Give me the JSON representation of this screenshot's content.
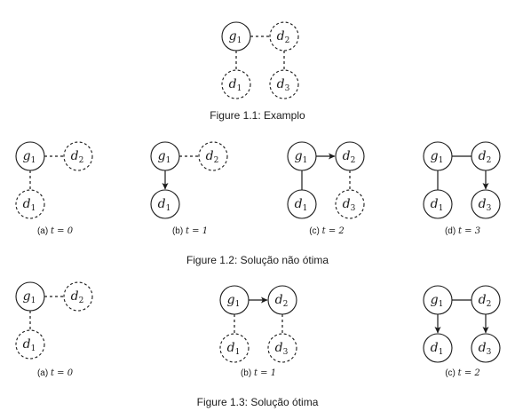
{
  "figures": [
    {
      "caption": "Figure 1.1: Examplo",
      "subfigures": [
        {
          "label": "",
          "time": "",
          "nodes": [
            {
              "id": "g1",
              "base": "g",
              "sub": "1",
              "dashed": false
            },
            {
              "id": "d2",
              "base": "d",
              "sub": "2",
              "dashed": true
            },
            {
              "id": "d1",
              "base": "d",
              "sub": "1",
              "dashed": true
            },
            {
              "id": "d3",
              "base": "d",
              "sub": "3",
              "dashed": true
            }
          ],
          "edges": [
            {
              "from": "g1",
              "to": "d2",
              "style": "dashed",
              "arrow": false
            },
            {
              "from": "g1",
              "to": "d1",
              "style": "dashed",
              "arrow": false
            },
            {
              "from": "d2",
              "to": "d3",
              "style": "dashed",
              "arrow": false
            }
          ]
        }
      ]
    },
    {
      "caption": "Figure 1.2: Solução não ótima",
      "subfigures": [
        {
          "label": "(a)",
          "time": "t = 0",
          "nodes": [
            {
              "id": "g1",
              "base": "g",
              "sub": "1",
              "dashed": false
            },
            {
              "id": "d2",
              "base": "d",
              "sub": "2",
              "dashed": true
            },
            {
              "id": "d1",
              "base": "d",
              "sub": "1",
              "dashed": true
            }
          ],
          "edges": [
            {
              "from": "g1",
              "to": "d2",
              "style": "dashed",
              "arrow": false
            },
            {
              "from": "g1",
              "to": "d1",
              "style": "dashed",
              "arrow": false
            }
          ]
        },
        {
          "label": "(b)",
          "time": "t = 1",
          "nodes": [
            {
              "id": "g1",
              "base": "g",
              "sub": "1",
              "dashed": false
            },
            {
              "id": "d2",
              "base": "d",
              "sub": "2",
              "dashed": true
            },
            {
              "id": "d1",
              "base": "d",
              "sub": "1",
              "dashed": false
            }
          ],
          "edges": [
            {
              "from": "g1",
              "to": "d2",
              "style": "dashed",
              "arrow": false
            },
            {
              "from": "g1",
              "to": "d1",
              "style": "solid",
              "arrow": true
            }
          ]
        },
        {
          "label": "(c)",
          "time": "t = 2",
          "nodes": [
            {
              "id": "g1",
              "base": "g",
              "sub": "1",
              "dashed": false
            },
            {
              "id": "d2",
              "base": "d",
              "sub": "2",
              "dashed": false
            },
            {
              "id": "d1",
              "base": "d",
              "sub": "1",
              "dashed": false
            },
            {
              "id": "d3",
              "base": "d",
              "sub": "3",
              "dashed": true
            }
          ],
          "edges": [
            {
              "from": "g1",
              "to": "d2",
              "style": "solid",
              "arrow": true
            },
            {
              "from": "g1",
              "to": "d1",
              "style": "solid",
              "arrow": false
            },
            {
              "from": "d2",
              "to": "d3",
              "style": "dashed",
              "arrow": false
            }
          ]
        },
        {
          "label": "(d)",
          "time": "t = 3",
          "nodes": [
            {
              "id": "g1",
              "base": "g",
              "sub": "1",
              "dashed": false
            },
            {
              "id": "d2",
              "base": "d",
              "sub": "2",
              "dashed": false
            },
            {
              "id": "d1",
              "base": "d",
              "sub": "1",
              "dashed": false
            },
            {
              "id": "d3",
              "base": "d",
              "sub": "3",
              "dashed": false
            }
          ],
          "edges": [
            {
              "from": "g1",
              "to": "d2",
              "style": "solid",
              "arrow": false
            },
            {
              "from": "g1",
              "to": "d1",
              "style": "solid",
              "arrow": false
            },
            {
              "from": "d2",
              "to": "d3",
              "style": "solid",
              "arrow": true
            }
          ]
        }
      ]
    },
    {
      "caption": "Figure 1.3: Solução ótima",
      "subfigures": [
        {
          "label": "(a)",
          "time": "t = 0",
          "nodes": [
            {
              "id": "g1",
              "base": "g",
              "sub": "1",
              "dashed": false
            },
            {
              "id": "d2",
              "base": "d",
              "sub": "2",
              "dashed": true
            },
            {
              "id": "d1",
              "base": "d",
              "sub": "1",
              "dashed": true
            }
          ],
          "edges": [
            {
              "from": "g1",
              "to": "d2",
              "style": "dashed",
              "arrow": false
            },
            {
              "from": "g1",
              "to": "d1",
              "style": "dashed",
              "arrow": false
            }
          ]
        },
        {
          "label": "(b)",
          "time": "t = 1",
          "nodes": [
            {
              "id": "g1",
              "base": "g",
              "sub": "1",
              "dashed": false
            },
            {
              "id": "d2",
              "base": "d",
              "sub": "2",
              "dashed": false
            },
            {
              "id": "d1",
              "base": "d",
              "sub": "1",
              "dashed": true
            },
            {
              "id": "d3",
              "base": "d",
              "sub": "3",
              "dashed": true
            }
          ],
          "edges": [
            {
              "from": "g1",
              "to": "d2",
              "style": "solid",
              "arrow": true
            },
            {
              "from": "g1",
              "to": "d1",
              "style": "dashed",
              "arrow": false
            },
            {
              "from": "d2",
              "to": "d3",
              "style": "dashed",
              "arrow": false
            }
          ]
        },
        {
          "label": "(c)",
          "time": "t = 2",
          "nodes": [
            {
              "id": "g1",
              "base": "g",
              "sub": "1",
              "dashed": false
            },
            {
              "id": "d2",
              "base": "d",
              "sub": "2",
              "dashed": false
            },
            {
              "id": "d1",
              "base": "d",
              "sub": "1",
              "dashed": false
            },
            {
              "id": "d3",
              "base": "d",
              "sub": "3",
              "dashed": false
            }
          ],
          "edges": [
            {
              "from": "g1",
              "to": "d2",
              "style": "solid",
              "arrow": false
            },
            {
              "from": "g1",
              "to": "d1",
              "style": "solid",
              "arrow": true
            },
            {
              "from": "d2",
              "to": "d3",
              "style": "solid",
              "arrow": true
            }
          ]
        }
      ]
    }
  ]
}
